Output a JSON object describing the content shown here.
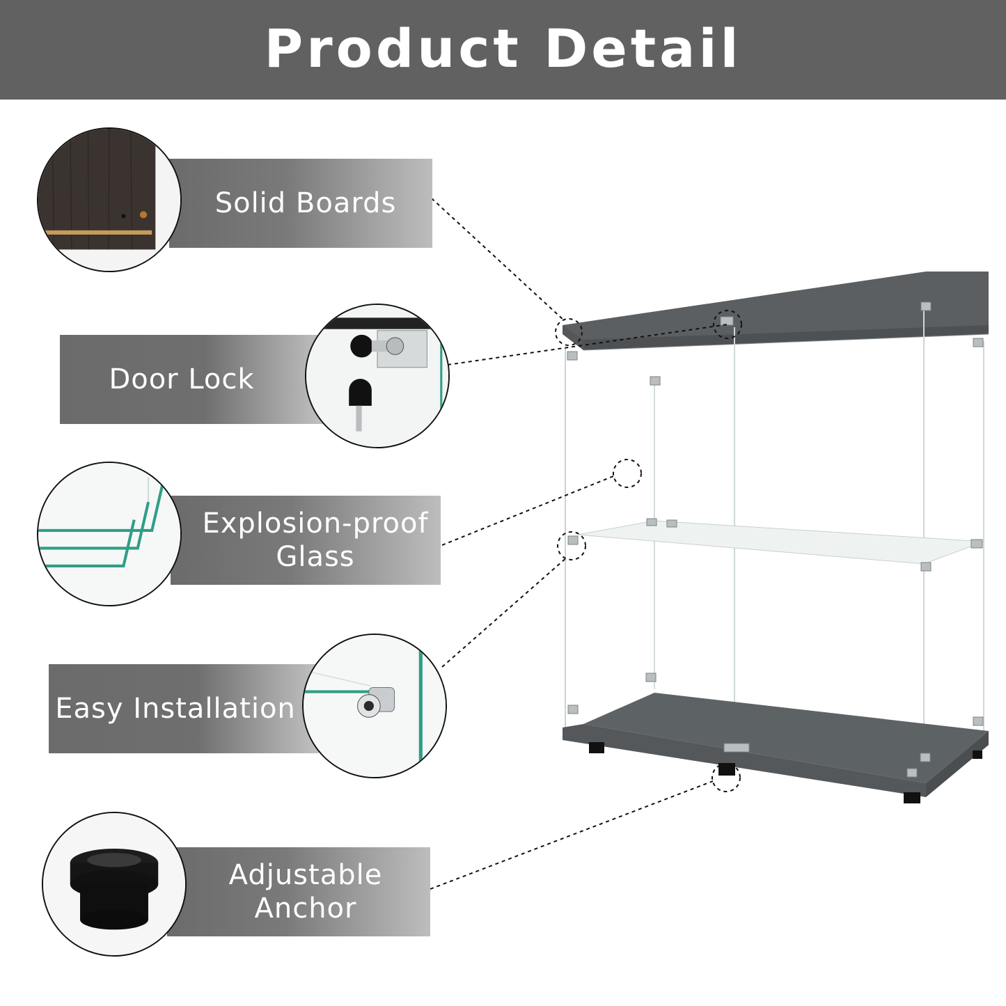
{
  "header": {
    "title": "Product Detail"
  },
  "features": [
    {
      "label": "Solid Boards"
    },
    {
      "label": "Door Lock"
    },
    {
      "label": "Explosion-proof Glass"
    },
    {
      "label": "Easy Installation"
    },
    {
      "label": "Adjustable Anchor"
    }
  ],
  "colors": {
    "header": "#616161",
    "board": "#5f6467",
    "glass_edge": "#2f9e86"
  },
  "icons": [
    "wood-board-icon",
    "key-lock-icon",
    "glass-panes-icon",
    "glass-connector-icon",
    "foot-anchor-icon"
  ]
}
